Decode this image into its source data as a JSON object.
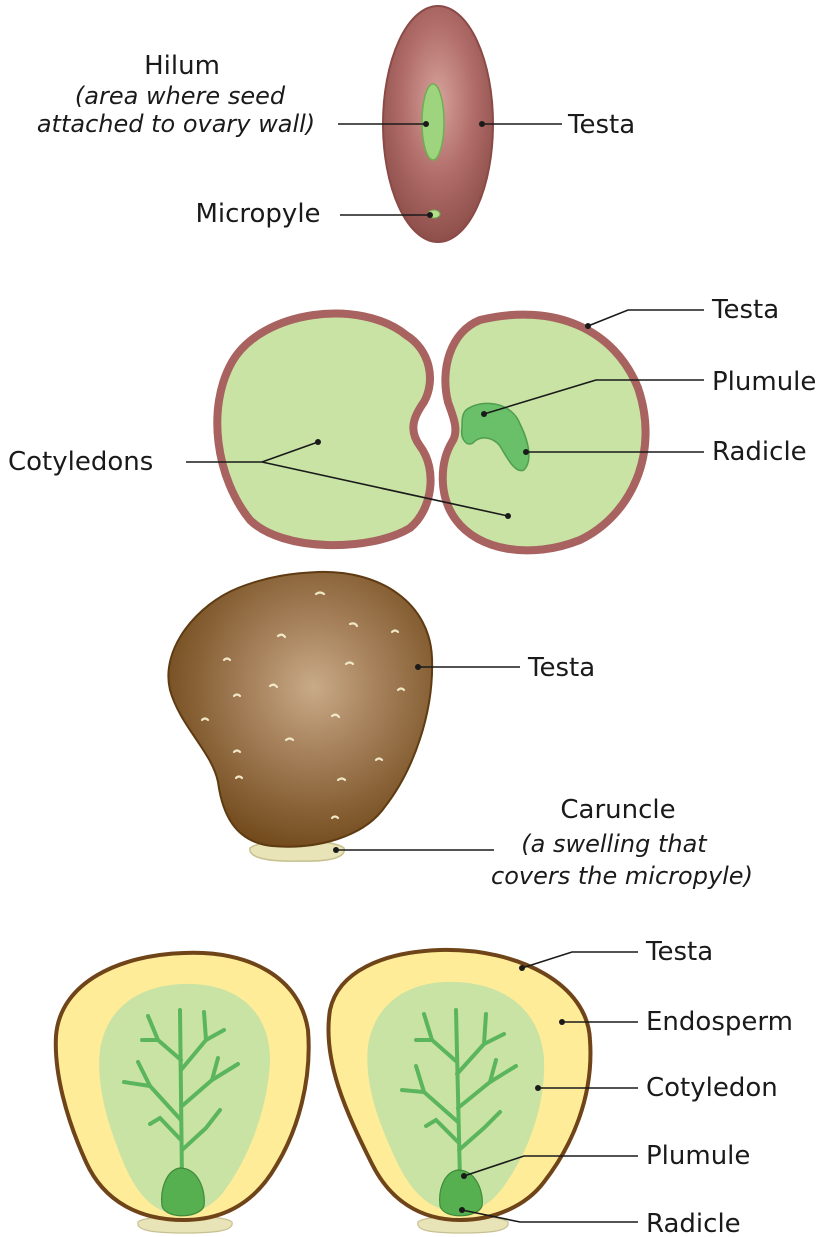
{
  "bean_seed_external": {
    "hilum": {
      "label": "Hilum",
      "note_line1": "(area where seed",
      "note_line2": "attached to ovary wall)"
    },
    "micropyle": "Micropyle",
    "testa": "Testa"
  },
  "bean_seed_open": {
    "testa": "Testa",
    "plumule": "Plumule",
    "radicle": "Radicle",
    "cotyledons": "Cotyledons"
  },
  "castor_seed_external": {
    "testa": "Testa",
    "caruncle": {
      "label": "Caruncle",
      "note_line1": "(a swelling that",
      "note_line2": "covers the micropyle)"
    }
  },
  "castor_seed_section": {
    "testa": "Testa",
    "endosperm": "Endosperm",
    "cotyledon": "Cotyledon",
    "plumule": "Plumule",
    "radicle": "Radicle"
  },
  "colors": {
    "bean_testa": "#a8625f",
    "bean_testa_light": "#d39893",
    "bean_cotyledon": "#c8e3a4",
    "bean_embryo": "#6abf69",
    "castor_testa": "#7a4f22",
    "castor_testa_light": "#c0a07c",
    "castor_endosperm": "#ffec99",
    "castor_cotyledon": "#c8e3a4",
    "castor_veins": "#5bb55c",
    "caruncle": "#e8e4b8"
  }
}
